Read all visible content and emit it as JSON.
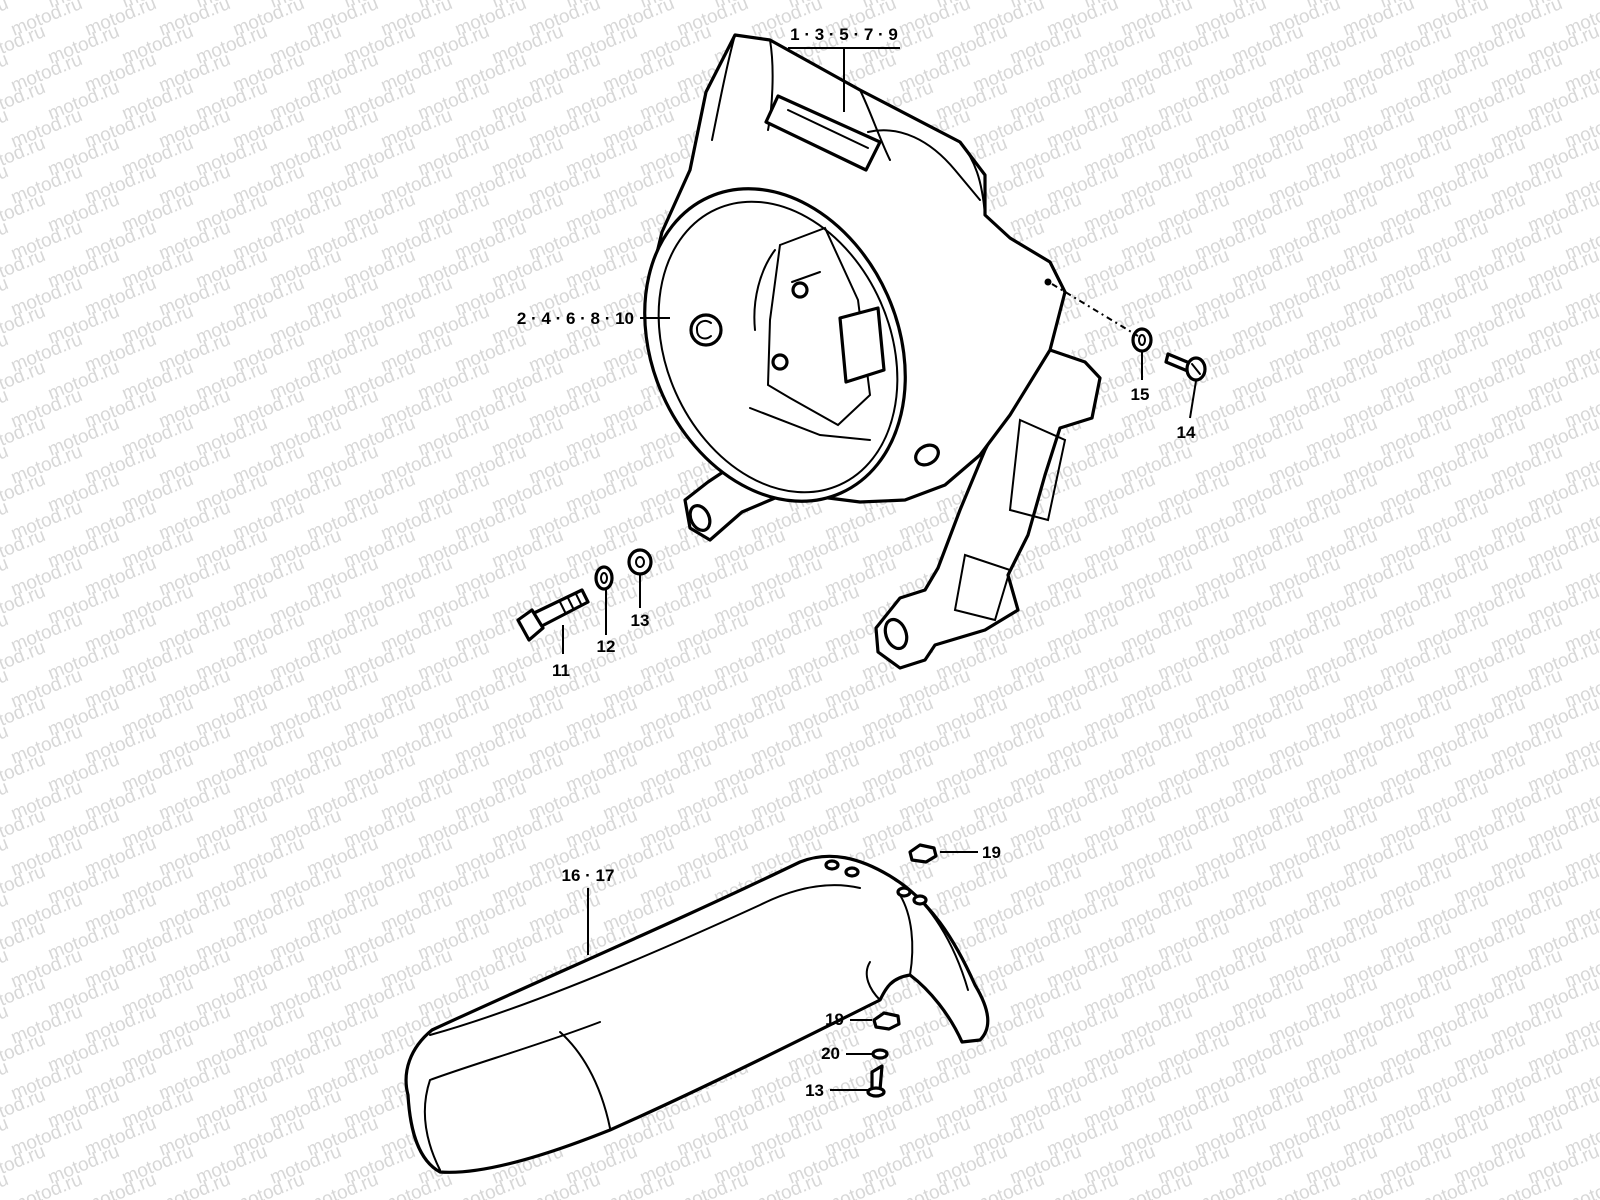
{
  "watermark": {
    "text": "motod.ru",
    "color": "#bdbdbd"
  },
  "callouts": {
    "c_1_3_5_7_9": "1 · 3 · 5 · 7 · 9",
    "c_2_4_6_8_10": "2 · 4 · 6 · 8 · 10",
    "c_11": "11",
    "c_12": "12",
    "c_13_upper": "13",
    "c_14": "14",
    "c_15": "15",
    "c_16_17": "16 · 17",
    "c_19_upper": "19",
    "c_19_lower": "19",
    "c_20": "20",
    "c_13_lower": "13"
  },
  "icons": {
    "headlight_housing": "headlight-housing-icon",
    "front_fender": "front-fender-icon",
    "bolt": "bolt-icon",
    "washer": "washer-icon",
    "screw": "screw-icon",
    "nut": "nut-icon"
  },
  "colors": {
    "line": "#000000",
    "background": "#ffffff"
  }
}
